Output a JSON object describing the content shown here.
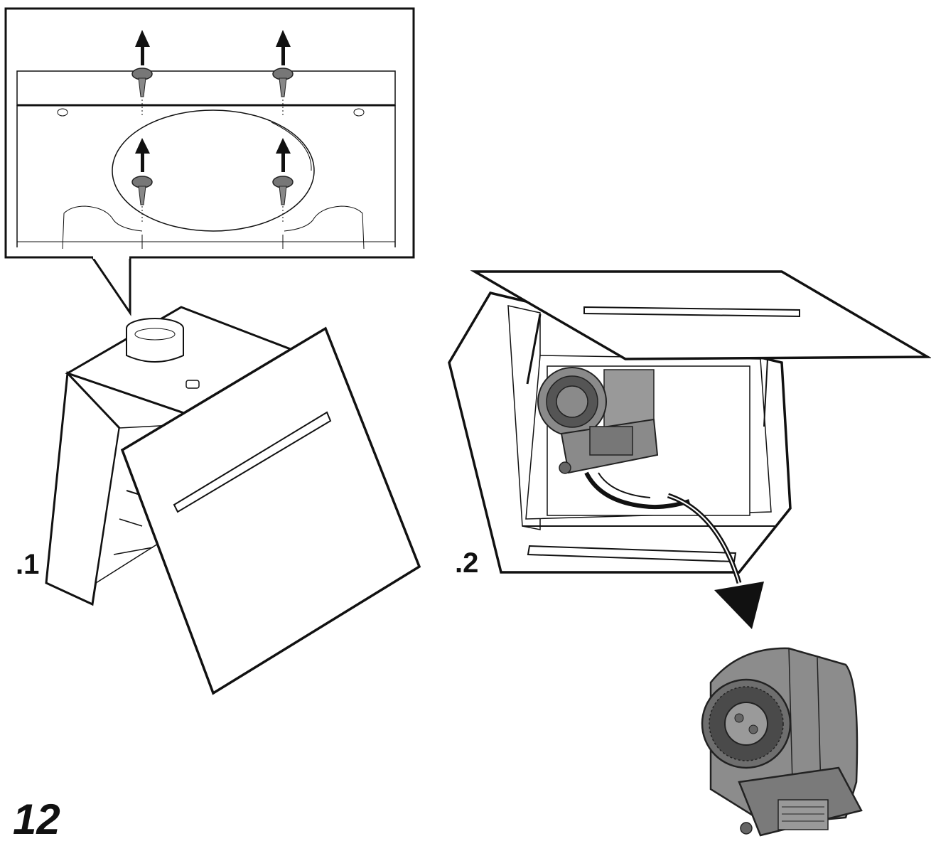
{
  "figure": {
    "number": "12",
    "steps": [
      {
        "label": ".1"
      },
      {
        "label": ".2"
      }
    ]
  },
  "colors": {
    "line": "#111111",
    "fan_gray": "#8a8a8a",
    "fan_dark": "#555555",
    "background": "#ffffff"
  },
  "icons": [
    "up-arrow-icon",
    "screw-icon",
    "curved-arrow-icon",
    "fan-motor-icon"
  ]
}
